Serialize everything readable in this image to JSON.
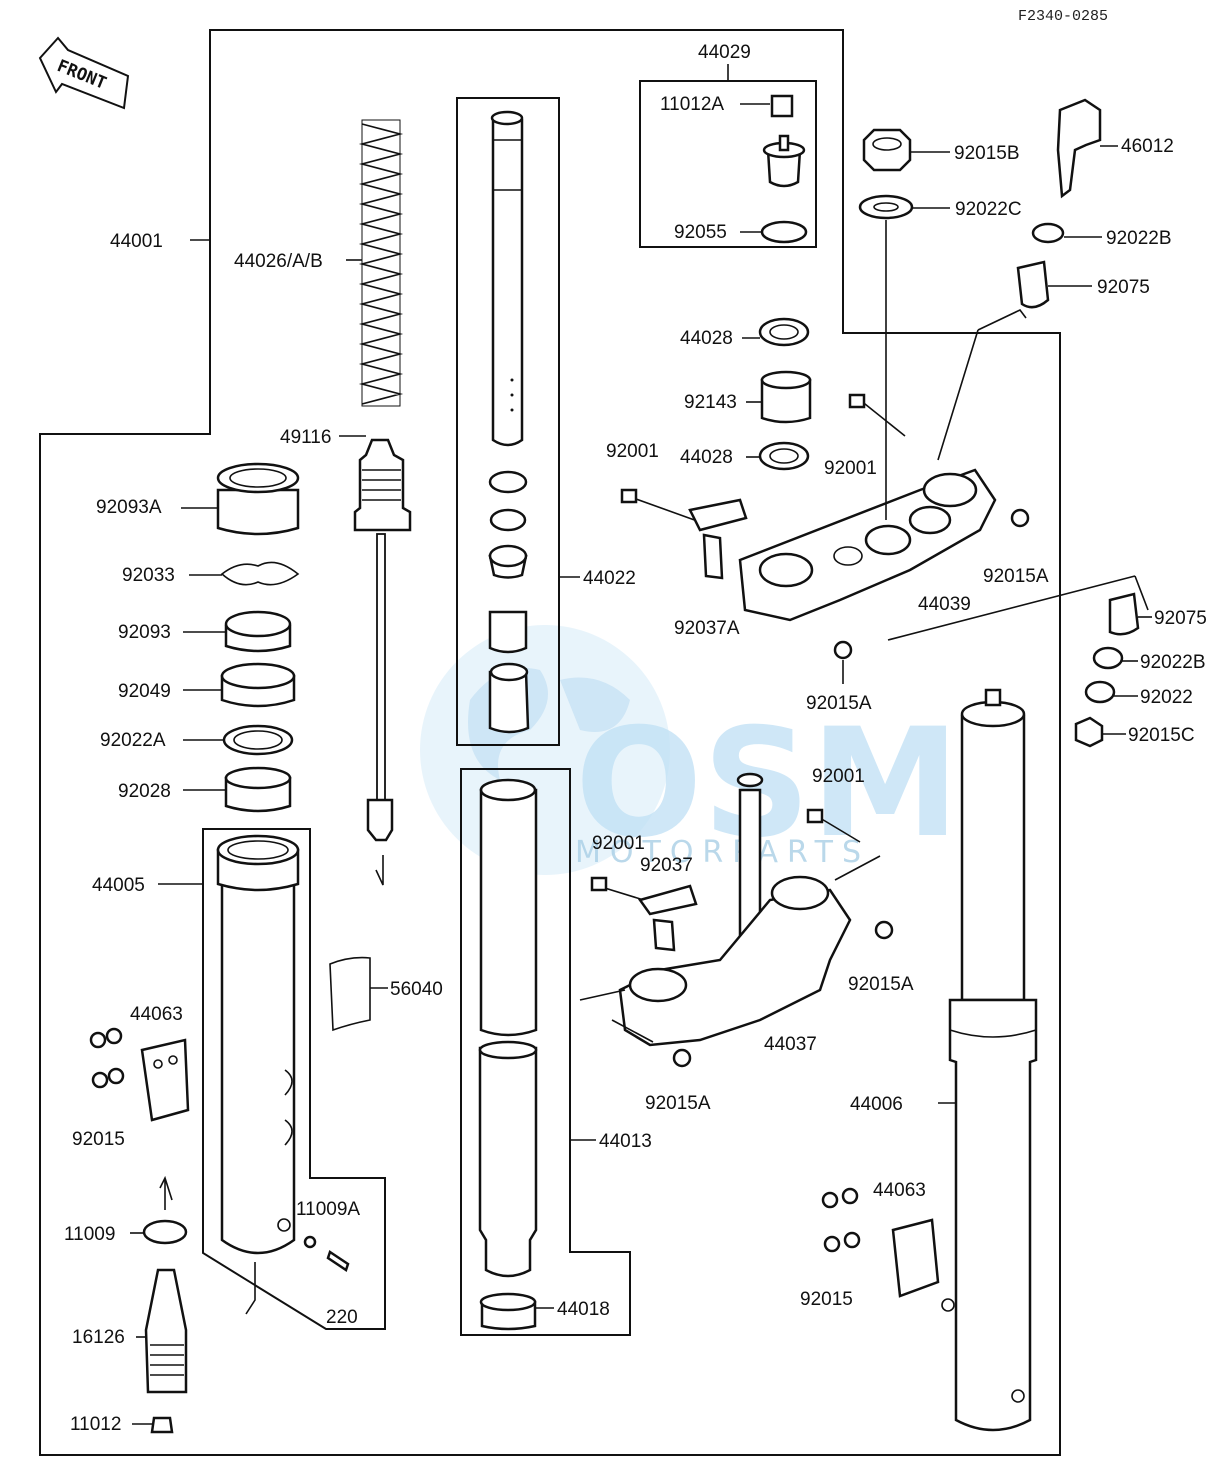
{
  "reference_code": "F2340-0285",
  "front_arrow": "FRONT",
  "watermark": {
    "main": "OSM",
    "sub": "MOTORPARTS"
  },
  "colors": {
    "ink": "#111111",
    "watermark": "#bfe0f5",
    "background": "#ffffff"
  },
  "parts": [
    "44001",
    "44026/A/B",
    "49116",
    "92093A",
    "92033",
    "92093",
    "92049",
    "92022A",
    "92028",
    "44005",
    "56040",
    "44063",
    "92015",
    "11009",
    "11009A",
    "220",
    "16126",
    "11012",
    "44022",
    "44013",
    "44018",
    "44029",
    "11012A",
    "92055",
    "44028",
    "92143",
    "44028",
    "92001",
    "92037A",
    "92001",
    "92015A",
    "44039",
    "92015A",
    "92015B",
    "46012",
    "92022C",
    "92022B",
    "92075",
    "92075",
    "92022B",
    "92022",
    "92015C",
    "92001",
    "92001",
    "92037",
    "92015A",
    "44037",
    "92015A",
    "44006",
    "44063",
    "92015"
  ]
}
